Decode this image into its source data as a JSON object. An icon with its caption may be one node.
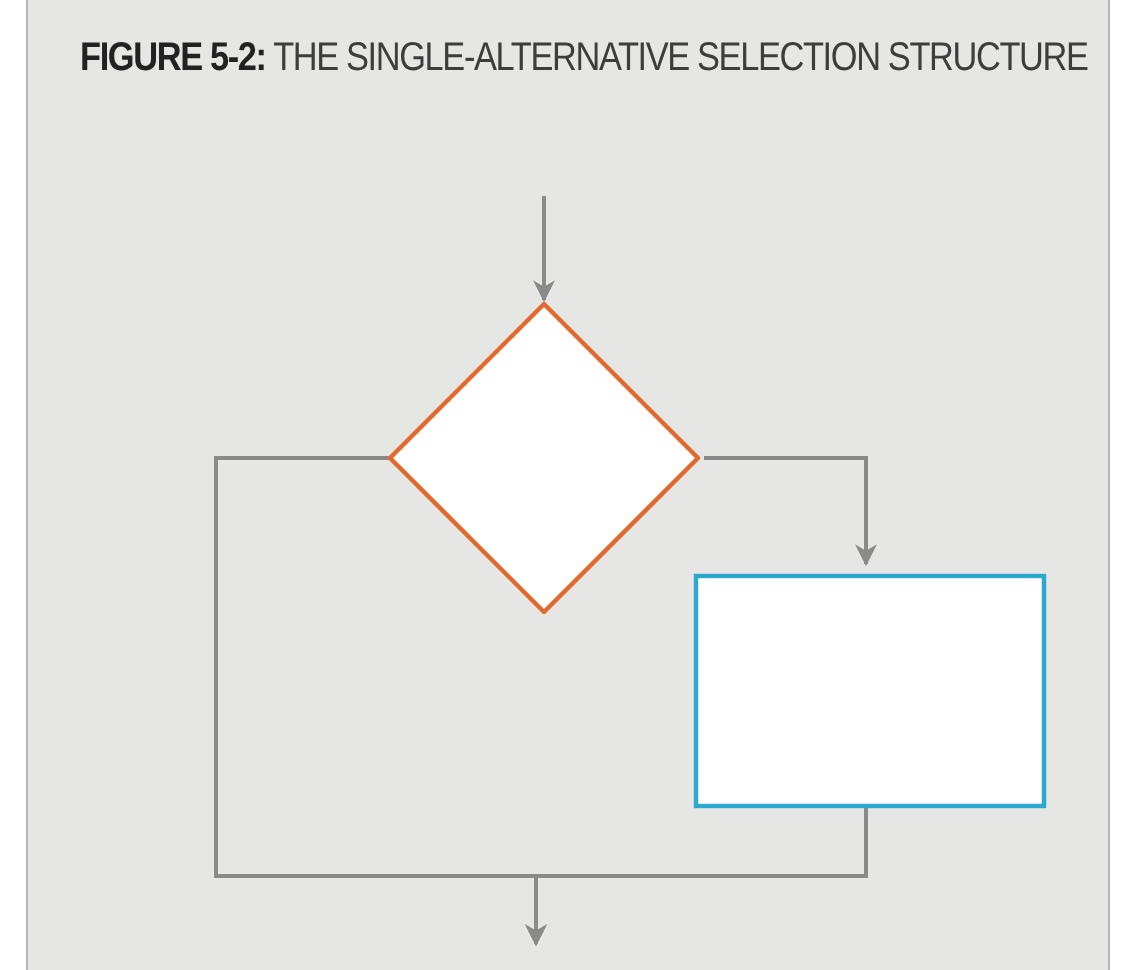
{
  "diagram": {
    "title": "**FIGURE 5-2:** THE SINGLE-ALTERNATIVE SELECTION STRUCTURE",
    "nodes": [
      {
        "text": [],
        "shape": "diamond"
      },
      {
        "text": [],
        "shape": "box"
      }
    ],
    "edges": [
      {
        "from": null,
        "to": 0,
        "arrow": "to"
      },
      {
        "from": 0,
        "to": 1,
        "arrow": "to"
      },
      {
        "from": 0,
        "to": null,
        "arrow": "to"
      },
      {
        "from": 1,
        "to": null,
        "arrow": "to"
      }
    ]
  }
}
